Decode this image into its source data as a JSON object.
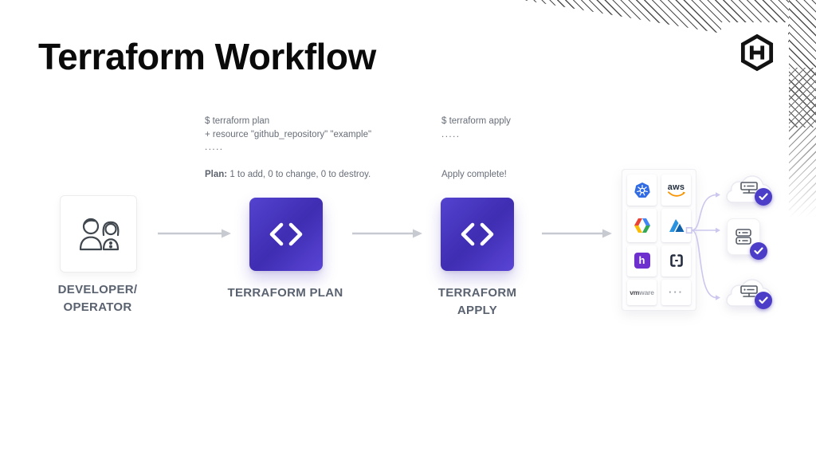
{
  "title": "Terraform Workflow",
  "plan_output": {
    "line_command": "$ terraform plan",
    "line_resource": "+ resource \"github_repository\" \"example\"",
    "line_dots": ".....",
    "result_bold": "Plan:",
    "result_rest": " 1 to add, 0 to change, 0 to destroy."
  },
  "apply_output": {
    "line_command": "$ terraform apply",
    "line_dots": ".....",
    "result": "Apply complete!"
  },
  "workflow": {
    "developer": {
      "line1": "DEVELOPER/",
      "line2": "OPERATOR"
    },
    "plan_label": "TERRAFORM PLAN",
    "apply_line1": "TERRAFORM",
    "apply_line2": "APPLY"
  },
  "providers": [
    {
      "id": "kubernetes"
    },
    {
      "id": "aws",
      "text": "aws"
    },
    {
      "id": "google-cloud"
    },
    {
      "id": "azure"
    },
    {
      "id": "heroku",
      "text": "h"
    },
    {
      "id": "custom-brackets"
    },
    {
      "id": "vmware",
      "text_bold": "vm",
      "text_light": "ware"
    },
    {
      "id": "more",
      "text": "···"
    }
  ],
  "colors": {
    "accent_purple": "#4a36c2",
    "badge_purple": "#4b3dc8",
    "pattern_line": "#4d4d4d",
    "arrow_gray": "#c8cad2",
    "connector_lavender": "#cbc7ee",
    "label_gray": "#5a6270",
    "terminal_gray": "#676d78",
    "kubernetes_blue": "#326ce5",
    "aws_orange": "#f79400",
    "aws_dark": "#232f3e",
    "google_red": "#ea4335",
    "google_yellow": "#fbbc05",
    "google_blue": "#4285f4",
    "google_green": "#34a853",
    "azure_blue": "#1e88d8",
    "heroku_purple": "#6e2fcf"
  }
}
